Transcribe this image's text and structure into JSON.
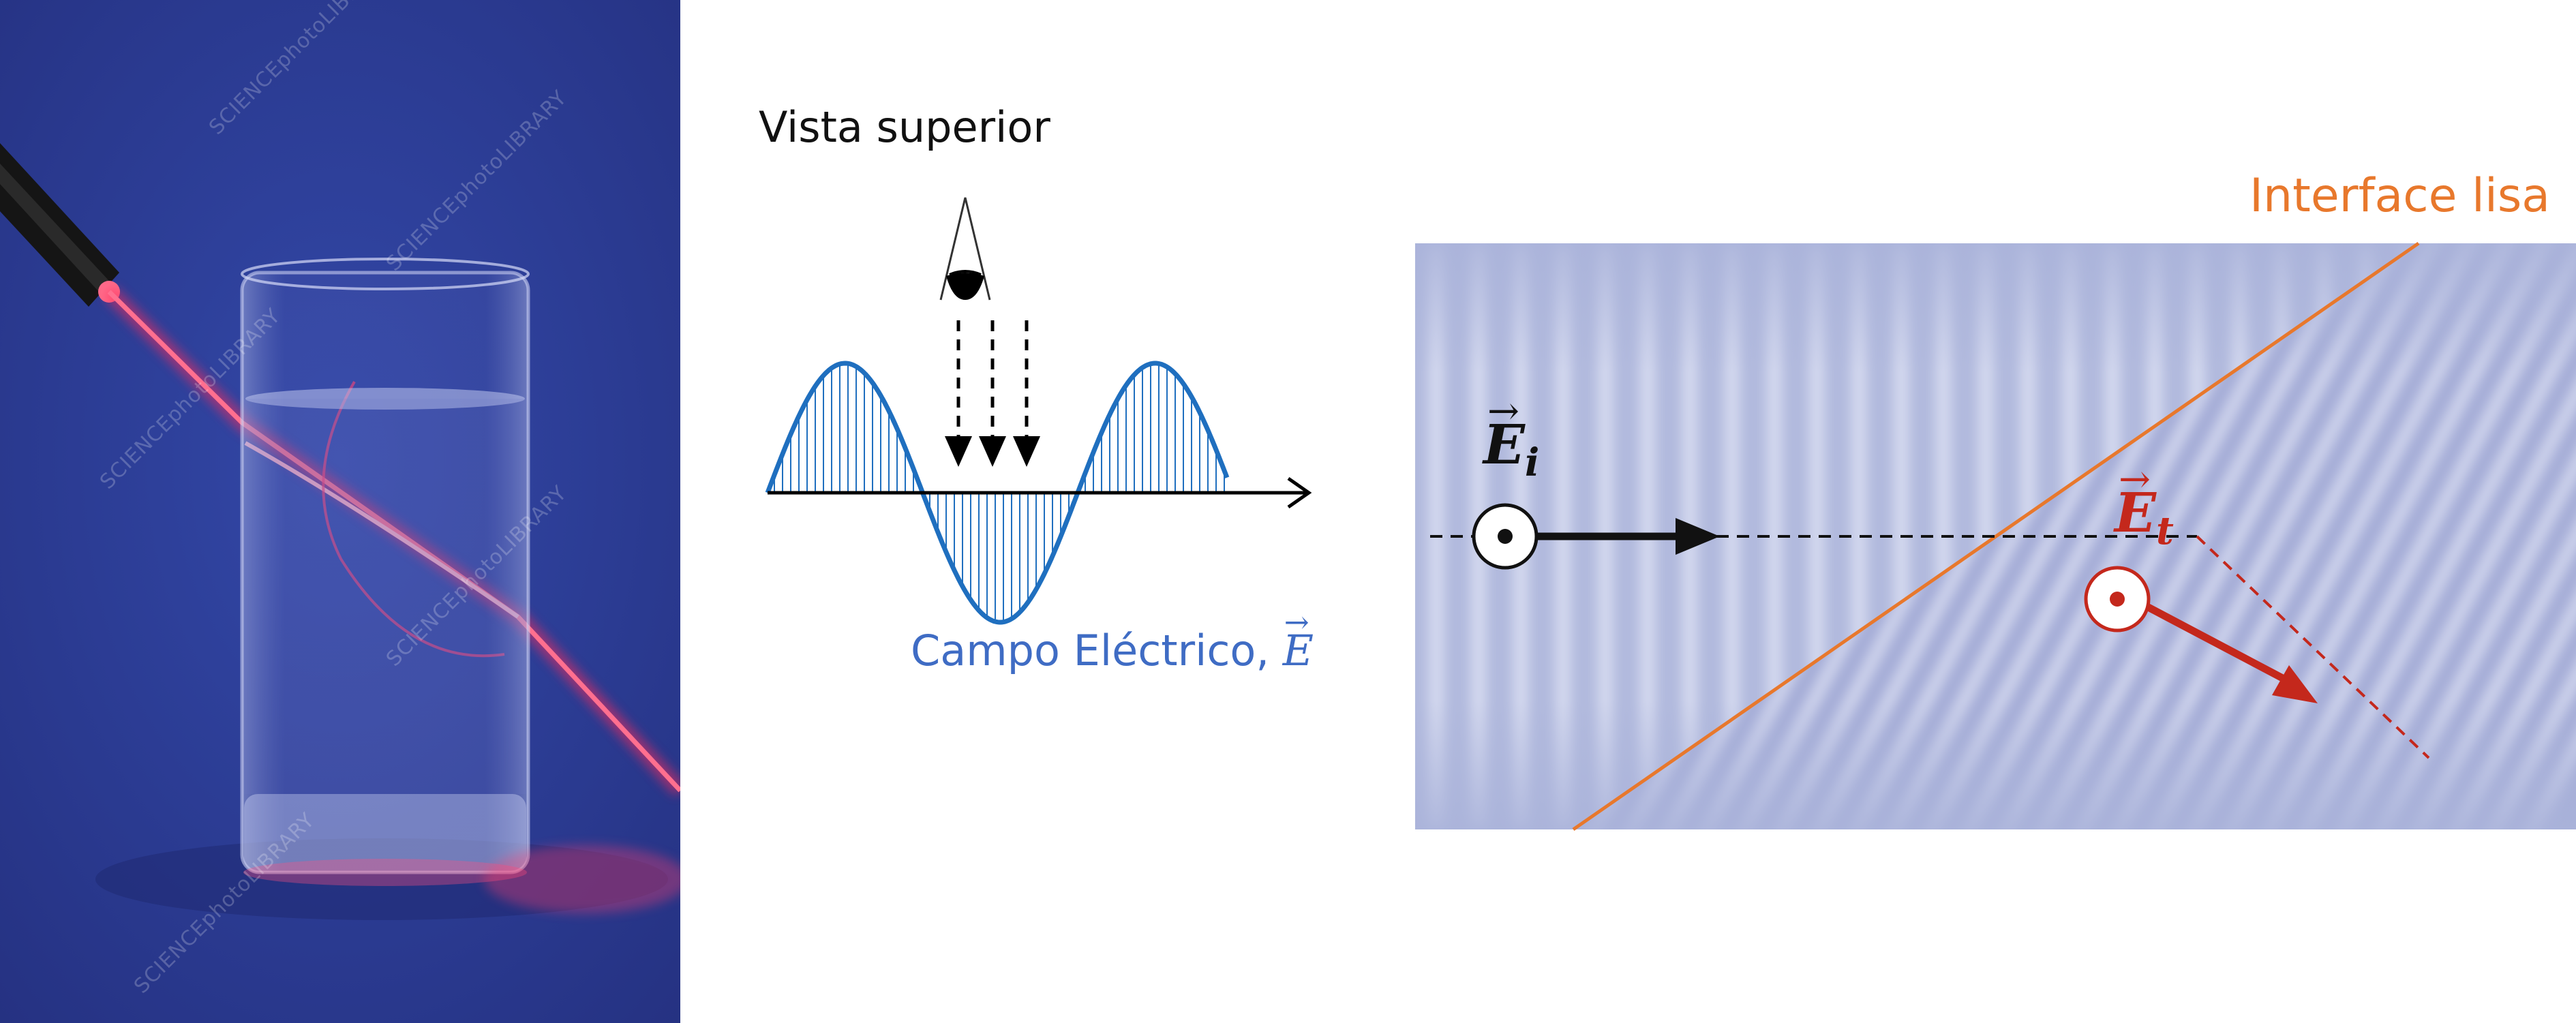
{
  "photo": {
    "watermark_text": "SCIENCEphotoLIBRARY",
    "colors": {
      "background": "#2c3f9c",
      "laser": "#ff3d6e",
      "glass": "#9aa6d8"
    }
  },
  "wave_diagram": {
    "title": "Vista superior",
    "caption_text": "Campo Eléctrico,",
    "caption_symbol": "E",
    "colors": {
      "wave": "#1f6fbf",
      "caption": "#3f6cc4"
    },
    "icons": [
      "eye-icon",
      "dashed-down-arrows",
      "horizontal-axis-arrow"
    ]
  },
  "refraction_diagram": {
    "interface_label": "Interface lisa",
    "incident_field": {
      "symbol": "E",
      "subscript": "i"
    },
    "transmitted_field": {
      "symbol": "E",
      "subscript": "t"
    },
    "colors": {
      "medium": "#aab3da",
      "interface": "#e8782c",
      "incident": "#111111",
      "transmitted": "#c4281c"
    },
    "icons": [
      "dot-in-circle-icon",
      "dot-in-circle-icon"
    ]
  }
}
